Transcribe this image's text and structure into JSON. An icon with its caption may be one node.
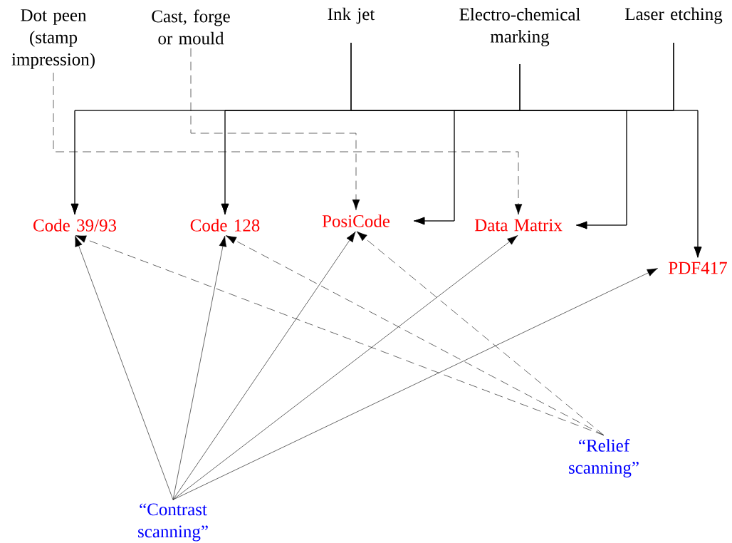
{
  "diagram": {
    "nodes": [
      {
        "text": [
          "Dot peen (stamp impression)"
        ]
      },
      {
        "text": [
          "Cast, forge or mould"
        ]
      },
      {
        "text": [
          "Ink jet"
        ]
      },
      {
        "text": [
          "Electro-chemical marking"
        ]
      },
      {
        "text": [
          "Laser etching"
        ]
      },
      {
        "text": [
          "Code 39/93"
        ]
      },
      {
        "text": [
          "Code 128"
        ]
      },
      {
        "text": [
          "PosiCode"
        ]
      },
      {
        "text": [
          "Data Matrix"
        ]
      },
      {
        "text": [
          "PDF417"
        ]
      },
      {
        "text": [
          "“Contrast scanning”"
        ]
      },
      {
        "text": [
          "“Relief scanning”"
        ]
      }
    ],
    "edges": [
      {
        "from": 0,
        "to": 8,
        "arrow": "to",
        "style": "dashed"
      },
      {
        "from": 1,
        "to": 7,
        "arrow": "to",
        "style": "dashed"
      },
      {
        "from": 2,
        "to": 5,
        "arrow": "to"
      },
      {
        "from": 2,
        "to": 6,
        "arrow": "to"
      },
      {
        "from": 2,
        "to": 7,
        "arrow": "to"
      },
      {
        "from": 2,
        "to": 8,
        "arrow": "to"
      },
      {
        "from": 2,
        "to": 9,
        "arrow": "to"
      },
      {
        "from": 3,
        "to": 5,
        "arrow": "to"
      },
      {
        "from": 3,
        "to": 6,
        "arrow": "to"
      },
      {
        "from": 3,
        "to": 7,
        "arrow": "to"
      },
      {
        "from": 3,
        "to": 8,
        "arrow": "to"
      },
      {
        "from": 3,
        "to": 9,
        "arrow": "to"
      },
      {
        "from": 4,
        "to": 5,
        "arrow": "to"
      },
      {
        "from": 4,
        "to": 6,
        "arrow": "to"
      },
      {
        "from": 4,
        "to": 7,
        "arrow": "to"
      },
      {
        "from": 4,
        "to": 8,
        "arrow": "to"
      },
      {
        "from": 4,
        "to": 9,
        "arrow": "to"
      },
      {
        "from": 10,
        "to": 5,
        "arrow": "to"
      },
      {
        "from": 10,
        "to": 6,
        "arrow": "to"
      },
      {
        "from": 10,
        "to": 7,
        "arrow": "to"
      },
      {
        "from": 10,
        "to": 8,
        "arrow": "to"
      },
      {
        "from": 10,
        "to": 9,
        "arrow": "to"
      },
      {
        "from": 11,
        "to": 5,
        "arrow": "to",
        "style": "dashed"
      },
      {
        "from": 11,
        "to": 6,
        "arrow": "to",
        "style": "dashed"
      },
      {
        "from": 11,
        "to": 7,
        "arrow": "to",
        "style": "dashed"
      }
    ]
  }
}
